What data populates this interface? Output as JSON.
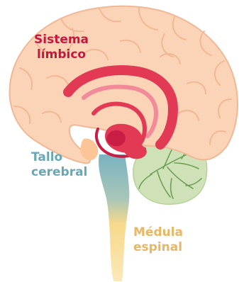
{
  "labels": {
    "limbic_system": {
      "line1": "Sistema",
      "line2": "límbico"
    },
    "brainstem": {
      "line1": "Tallo",
      "line2": "cerebral"
    },
    "spinal_cord": {
      "line1": "Médula",
      "line2": "espinal"
    }
  },
  "colors": {
    "cerebrum_fill": "#fbd3b6",
    "cerebrum_outline": "#f0b896",
    "limbic": "#e23a55",
    "limbic_dark": "#c81e45",
    "limbic_light": "#f28a9a",
    "brainstem": "#79b3c1",
    "spinal_cord": "#f7d98c",
    "cerebellum_fill": "#cfe1b6",
    "cerebellum_veins": "#6ea05a",
    "label_limbic": "#c8173f",
    "label_brainstem": "#67a8b4",
    "label_spinal": "#e9b764"
  }
}
